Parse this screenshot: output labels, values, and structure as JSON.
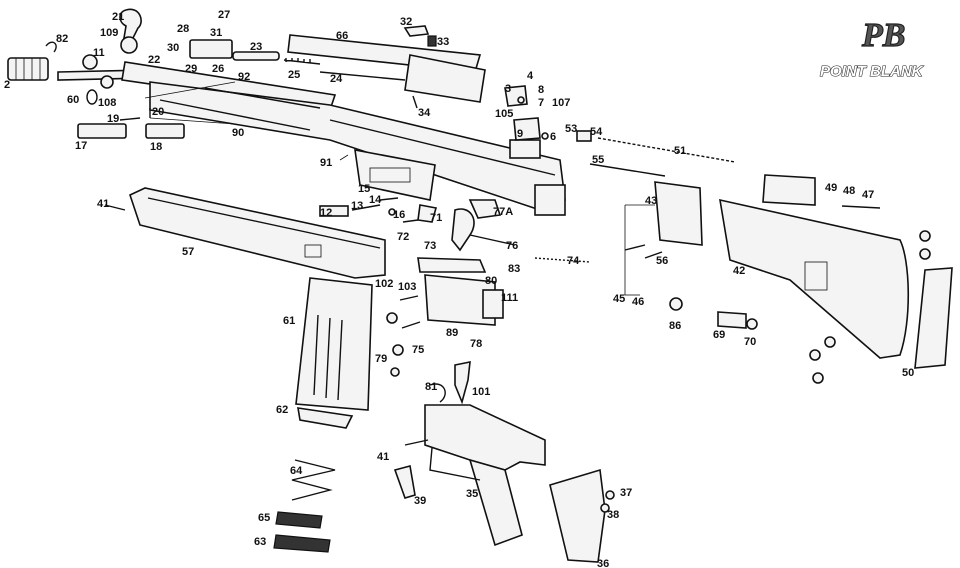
{
  "logo": {
    "monogram": "PB",
    "name": "POINT BLANK"
  },
  "labels": {
    "l2": "2",
    "l3": "3",
    "l4": "4",
    "l6": "6",
    "l7": "7",
    "l8": "8",
    "l9": "9",
    "l11": "11",
    "l12": "12",
    "l13": "13",
    "l14": "14",
    "l15": "15",
    "l16": "16",
    "l17": "17",
    "l18": "18",
    "l19": "19",
    "l20": "20",
    "l21": "21",
    "l22": "22",
    "l23": "23",
    "l24": "24",
    "l25": "25",
    "l26": "26",
    "l27": "27",
    "l28": "28",
    "l29": "29",
    "l30": "30",
    "l31": "31",
    "l32": "32",
    "l33": "33",
    "l34": "34",
    "l35": "35",
    "l36": "36",
    "l37": "37",
    "l38": "38",
    "l39": "39",
    "l41a": "41",
    "l41b": "41",
    "l42": "42",
    "l43": "43",
    "l45": "45",
    "l46": "46",
    "l47": "47",
    "l48": "48",
    "l49": "49",
    "l50": "50",
    "l51": "51",
    "l53": "53",
    "l54": "54",
    "l55": "55",
    "l56": "56",
    "l57": "57",
    "l60": "60",
    "l61": "61",
    "l62": "62",
    "l63": "63",
    "l64": "64",
    "l65": "65",
    "l66": "66",
    "l69": "69",
    "l70": "70",
    "l71": "71",
    "l72": "72",
    "l73": "73",
    "l74": "74",
    "l75": "75",
    "l76": "76",
    "l77a": "77A",
    "l78": "78",
    "l79": "79",
    "l80": "80",
    "l81": "81",
    "l82": "82",
    "l83": "83",
    "l86": "86",
    "l89": "89",
    "l90": "90",
    "l91": "91",
    "l92": "92",
    "l101": "101",
    "l102": "102",
    "l103": "103",
    "l105": "105",
    "l107": "107",
    "l108": "108",
    "l109": "109",
    "l111": "111"
  }
}
